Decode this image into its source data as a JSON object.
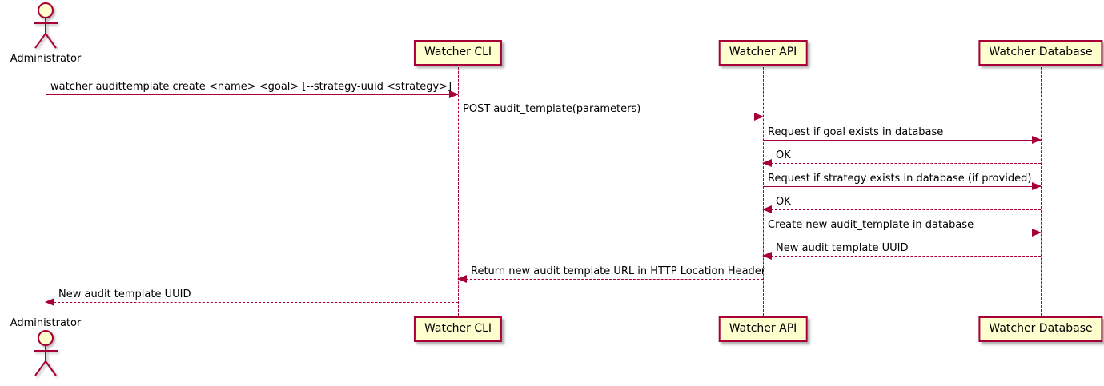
{
  "diagram": {
    "type": "sequence",
    "colors": {
      "line": "#A80036",
      "participant_fill": "#FEFECE",
      "participant_border": "#A80036",
      "text": "#000000"
    },
    "actor": {
      "label": "Administrator"
    },
    "participants": [
      {
        "id": "watcher-cli",
        "label": "Watcher CLI"
      },
      {
        "id": "watcher-api",
        "label": "Watcher API"
      },
      {
        "id": "watcher-database",
        "label": "Watcher Database"
      }
    ],
    "messages": [
      {
        "from": "Administrator",
        "to": "Watcher CLI",
        "line": "solid",
        "label": "watcher audittemplate create <name> <goal> [--strategy-uuid <strategy>]"
      },
      {
        "from": "Watcher CLI",
        "to": "Watcher API",
        "line": "solid",
        "label": "POST audit_template(parameters)"
      },
      {
        "from": "Watcher API",
        "to": "Watcher Database",
        "line": "solid",
        "label": "Request if goal exists in database"
      },
      {
        "from": "Watcher Database",
        "to": "Watcher API",
        "line": "dashed",
        "label": "OK"
      },
      {
        "from": "Watcher API",
        "to": "Watcher Database",
        "line": "solid",
        "label": "Request if strategy exists in database (if provided)"
      },
      {
        "from": "Watcher Database",
        "to": "Watcher API",
        "line": "dashed",
        "label": "OK"
      },
      {
        "from": "Watcher API",
        "to": "Watcher Database",
        "line": "solid",
        "label": "Create new audit_template in database"
      },
      {
        "from": "Watcher Database",
        "to": "Watcher API",
        "line": "dashed",
        "label": "New audit template UUID"
      },
      {
        "from": "Watcher API",
        "to": "Watcher CLI",
        "line": "dashed",
        "label": "Return new audit template URL in HTTP Location Header"
      },
      {
        "from": "Watcher CLI",
        "to": "Administrator",
        "line": "dashed",
        "label": "New audit template UUID"
      }
    ]
  }
}
